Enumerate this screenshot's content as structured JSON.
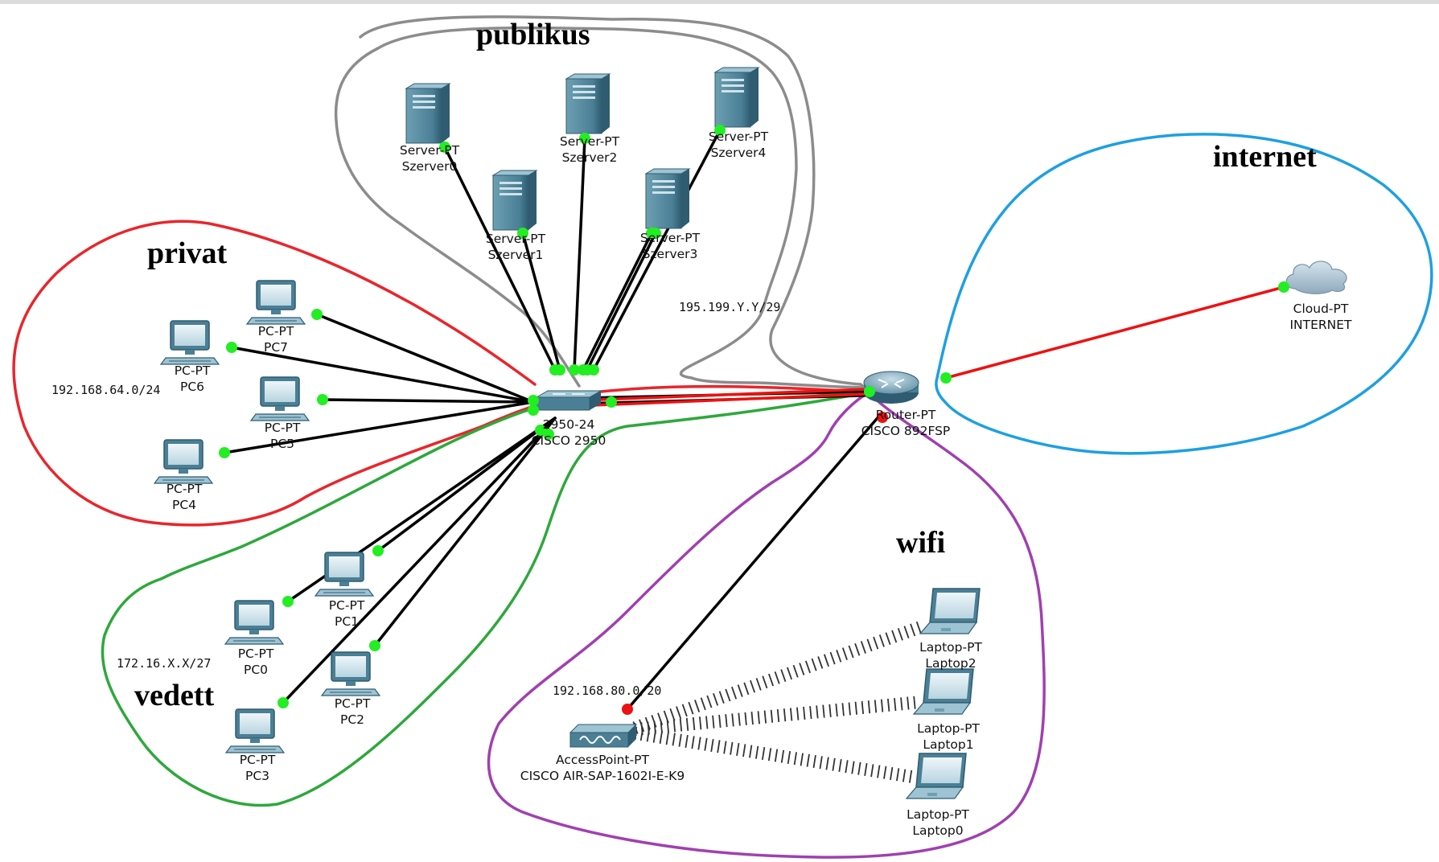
{
  "zones": {
    "publikus": {
      "title": "publikus",
      "subnet": "195.199.Y.Y/29",
      "color": "#8c8c8c"
    },
    "internet": {
      "title": "internet",
      "color": "#1ea0e0"
    },
    "privat": {
      "title": "privat",
      "subnet": "192.168.64.0/24",
      "color": "#e8262c"
    },
    "vedett": {
      "title": "vedett",
      "subnet": "172.16.X.X/27",
      "color": "#2ea83c"
    },
    "wifi": {
      "title": "wifi",
      "subnet": "192.168.80.0/20",
      "color": "#a040b0"
    }
  },
  "devices": {
    "szerver0": {
      "type": "Server-PT",
      "name": "Szerver0"
    },
    "szerver1": {
      "type": "Server-PT",
      "name": "Szerver1"
    },
    "szerver2": {
      "type": "Server-PT",
      "name": "Szerver2"
    },
    "szerver3": {
      "type": "Server-PT",
      "name": "Szerver3"
    },
    "szerver4": {
      "type": "Server-PT",
      "name": "Szerver4"
    },
    "pc0": {
      "type": "PC-PT",
      "name": "PC0"
    },
    "pc1": {
      "type": "PC-PT",
      "name": "PC1"
    },
    "pc2": {
      "type": "PC-PT",
      "name": "PC2"
    },
    "pc3": {
      "type": "PC-PT",
      "name": "PC3"
    },
    "pc4": {
      "type": "PC-PT",
      "name": "PC4"
    },
    "pc5": {
      "type": "PC-PT",
      "name": "PC5"
    },
    "pc6": {
      "type": "PC-PT",
      "name": "PC6"
    },
    "pc7": {
      "type": "PC-PT",
      "name": "PC7"
    },
    "switch": {
      "type": "2950-24",
      "name": "CISCO 2950"
    },
    "router": {
      "type": "Router-PT",
      "name": "CISCO 892FSP"
    },
    "cloud": {
      "type": "Cloud-PT",
      "name": "INTERNET"
    },
    "ap": {
      "type": "AccessPoint-PT",
      "name": "CISCO AIR-SAP-1602I-E-K9"
    },
    "laptop0": {
      "type": "Laptop-PT",
      "name": "Laptop0"
    },
    "laptop1": {
      "type": "Laptop-PT",
      "name": "Laptop1"
    },
    "laptop2": {
      "type": "Laptop-PT",
      "name": "Laptop2"
    }
  },
  "link_colors": {
    "ethernet": "#000000",
    "serial": "#ee1111",
    "port_up": "#22ee22",
    "port_down": "#ee1111"
  }
}
